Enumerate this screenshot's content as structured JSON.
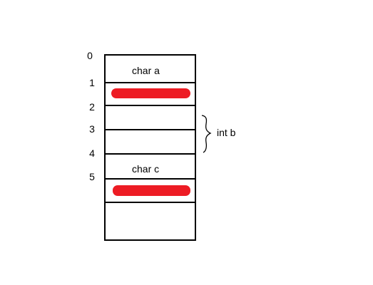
{
  "memory": {
    "addresses": [
      "0",
      "1",
      "2",
      "3",
      "4",
      "5"
    ],
    "cells": {
      "char_a": "char a",
      "char_c": "char c"
    },
    "brace_label": "int b",
    "padding_color": "#ed1c24"
  }
}
